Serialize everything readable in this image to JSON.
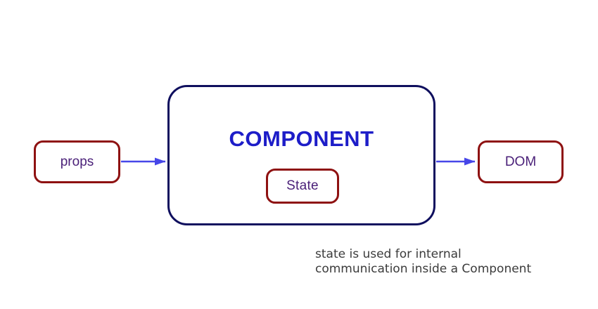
{
  "diagram": {
    "component_label": "COMPONENT",
    "props_label": "props",
    "state_label": "State",
    "dom_label": "DOM",
    "caption_line1": "state is used for internal",
    "caption_line2": "communication inside a Component",
    "arrows": [
      {
        "name": "props-to-component-arrow",
        "from": "props",
        "to": "COMPONENT"
      },
      {
        "name": "component-to-dom-arrow",
        "from": "COMPONENT",
        "to": "DOM"
      }
    ]
  },
  "colors": {
    "red_border": "#8e1111",
    "navy_border": "#0f0f5e",
    "component_text": "#1d1dc8",
    "label_text": "#4b2179",
    "arrow": "#4646e8",
    "caption_text": "#3b3b3b"
  }
}
